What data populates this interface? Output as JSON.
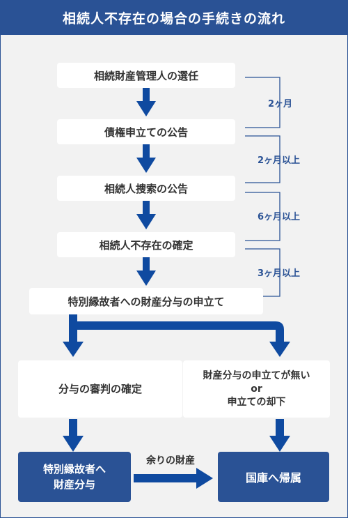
{
  "title": "相続人不存在の場合の手続きの流れ",
  "steps": [
    "相続財産管理人の選任",
    "債権申立ての公告",
    "相続人捜索の公告",
    "相続人不存在の確定",
    "特別縁故者への財産分与の申立て"
  ],
  "periods": [
    "2ヶ月",
    "2ヶ月以上",
    "6ヶ月以上",
    "3ヶ月以上"
  ],
  "branch_left": "分与の審判の確定",
  "branch_right": {
    "line1": "財産分与の申立てが無い",
    "line2": "or",
    "line3": "申立ての却下"
  },
  "outcome_left": {
    "line1": "特別縁故者へ",
    "line2": "財産分与"
  },
  "outcome_right": "国庫へ帰属",
  "remaining_label": "余りの財産",
  "colors": {
    "accent": "#2a5295",
    "arrow": "#0f4aa0",
    "background": "#f2f2f2",
    "box": "#ffffff"
  }
}
